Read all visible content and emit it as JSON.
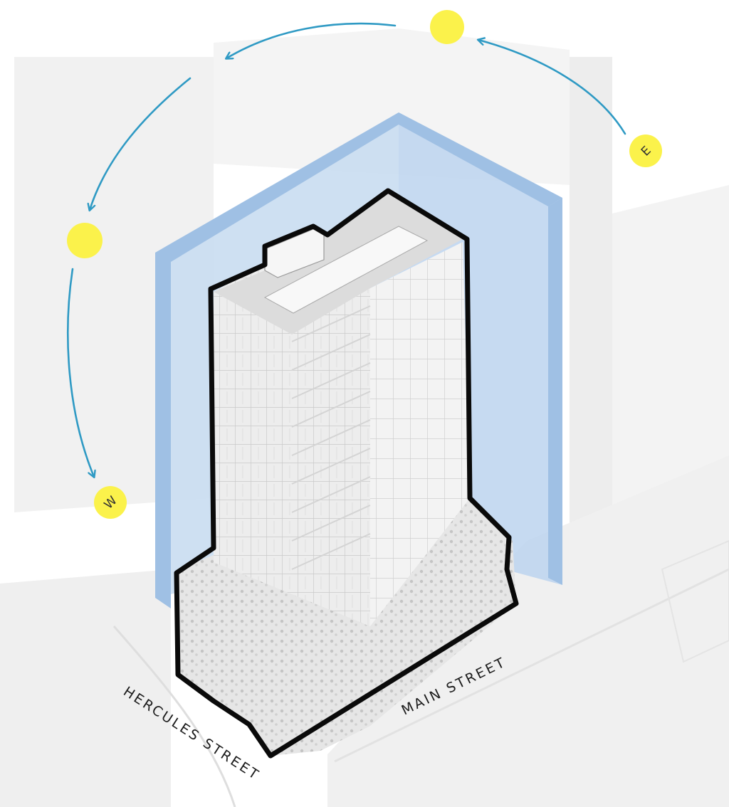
{
  "labels": {
    "main_street": "MAIN STREET",
    "hercules_street": "HERCULES STREET"
  },
  "sun_path": {
    "east_label": "E",
    "west_label": "W",
    "arrow_color": "#2f9ac4",
    "sun_color": "#fbf24b"
  },
  "colors": {
    "envelope_fill": "#a9c7e6",
    "envelope_edge": "#8fb4dd",
    "outline": "#0a0a0a",
    "building": "#ececec",
    "context": "#f2f2f2"
  }
}
